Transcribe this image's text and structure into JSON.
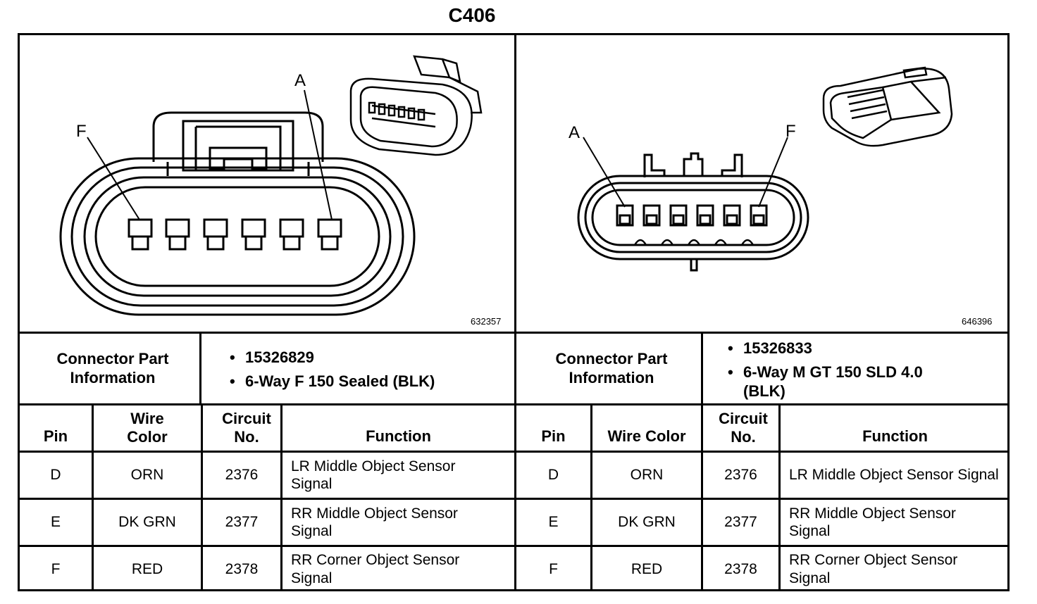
{
  "title": "C406",
  "left": {
    "figure_id": "632357",
    "pin_letters": {
      "first": "F",
      "last": "A"
    },
    "part_info_label": "Connector Part Information",
    "part_info": [
      "15326829",
      "6-Way F 150 Sealed (BLK)"
    ],
    "headers": {
      "pin": "Pin",
      "wire_color": "Wire Color",
      "circuit": "Circuit No.",
      "function": "Function"
    },
    "rows": [
      {
        "pin": "D",
        "wire_color": "ORN",
        "circuit": "2376",
        "function": "LR Middle Object Sensor Signal"
      },
      {
        "pin": "E",
        "wire_color": "DK GRN",
        "circuit": "2377",
        "function": "RR Middle Object Sensor Signal"
      },
      {
        "pin": "F",
        "wire_color": "RED",
        "circuit": "2378",
        "function": "RR Corner Object Sensor Signal"
      }
    ]
  },
  "right": {
    "figure_id": "646396",
    "pin_letters": {
      "first": "A",
      "last": "F"
    },
    "part_info_label": "Connector Part Information",
    "part_info": [
      "15326833",
      "6-Way M GT 150 SLD 4.0 (BLK)"
    ],
    "headers": {
      "pin": "Pin",
      "wire_color": "Wire Color",
      "circuit": "Circuit No.",
      "function": "Function"
    },
    "rows": [
      {
        "pin": "D",
        "wire_color": "ORN",
        "circuit": "2376",
        "function": "LR Middle Object Sensor Signal"
      },
      {
        "pin": "E",
        "wire_color": "DK GRN",
        "circuit": "2377",
        "function": "RR Middle Object Sensor Signal"
      },
      {
        "pin": "F",
        "wire_color": "RED",
        "circuit": "2378",
        "function": "RR Corner Object Sensor Signal"
      }
    ]
  }
}
